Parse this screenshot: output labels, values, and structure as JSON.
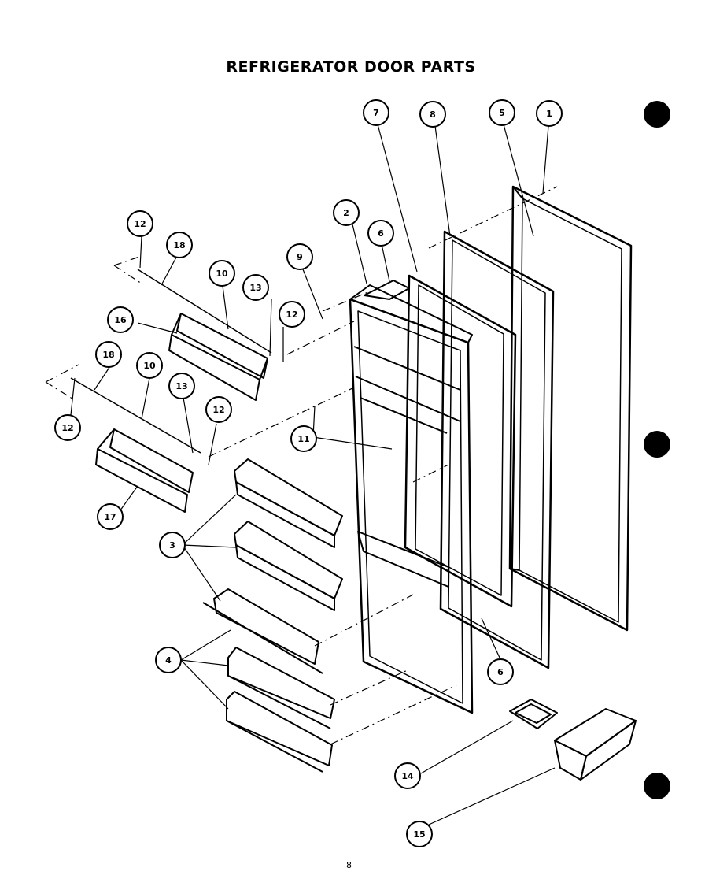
{
  "title": "REFRIGERATOR DOOR PARTS",
  "page_number": "8",
  "callouts": [
    {
      "id": "c1",
      "label": "1"
    },
    {
      "id": "c5",
      "label": "5"
    },
    {
      "id": "c8",
      "label": "8"
    },
    {
      "id": "c7",
      "label": "7"
    },
    {
      "id": "c2",
      "label": "2"
    },
    {
      "id": "c6a",
      "label": "6"
    },
    {
      "id": "c9",
      "label": "9"
    },
    {
      "id": "c12a",
      "label": "12"
    },
    {
      "id": "c18a",
      "label": "18"
    },
    {
      "id": "c10a",
      "label": "10"
    },
    {
      "id": "c13a",
      "label": "13"
    },
    {
      "id": "c12b",
      "label": "12"
    },
    {
      "id": "c16",
      "label": "16"
    },
    {
      "id": "c18b",
      "label": "18"
    },
    {
      "id": "c10b",
      "label": "10"
    },
    {
      "id": "c13b",
      "label": "13"
    },
    {
      "id": "c12c",
      "label": "12"
    },
    {
      "id": "c12d",
      "label": "12"
    },
    {
      "id": "c11",
      "label": "11"
    },
    {
      "id": "c17",
      "label": "17"
    },
    {
      "id": "c3",
      "label": "3"
    },
    {
      "id": "c4",
      "label": "4"
    },
    {
      "id": "c6b",
      "label": "6"
    },
    {
      "id": "c14",
      "label": "14"
    },
    {
      "id": "c15",
      "label": "15"
    }
  ]
}
